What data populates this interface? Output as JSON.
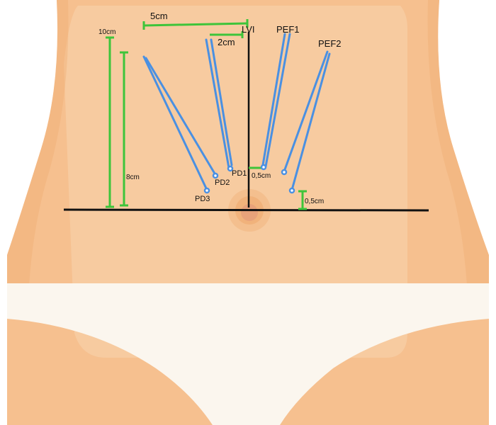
{
  "colors": {
    "skin": "#f6c08f",
    "skin_light": "#f8d3ae",
    "skin_shadow": "#eea86c",
    "underwear": "#fbf6ee",
    "line_black": "#111111",
    "measure_green": "#3ec43a",
    "incision_blue": "#4a90e2",
    "navel": "#e8a27a"
  },
  "labels": {
    "lvi": "LVI",
    "pef1": "PEF1",
    "pef2": "PEF2",
    "pd1": "PD1",
    "pd2": "PD2",
    "pd3": "PD3"
  },
  "measurements": {
    "top_5cm": "5cm",
    "top_2cm": "2cm",
    "left_10cm": "10cm",
    "left_8cm": "8cm",
    "mid_05cm": "0,5cm",
    "right_05cm": "0,5cm"
  }
}
